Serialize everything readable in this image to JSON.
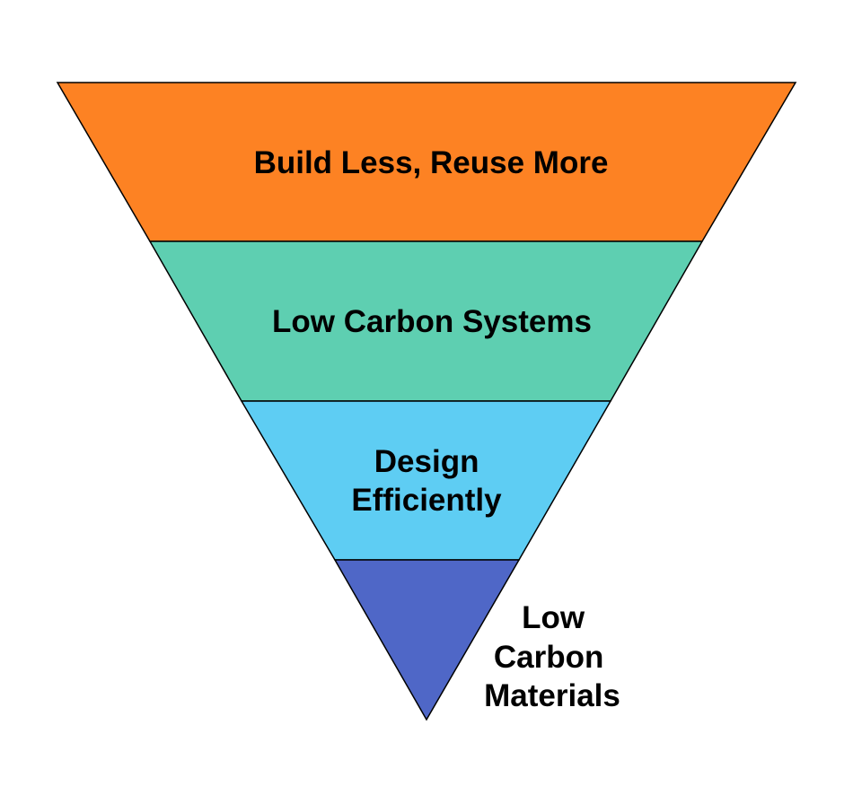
{
  "diagram": {
    "tiers": [
      {
        "lines": [
          "Build Less, Reuse More"
        ],
        "color": "#FD8223"
      },
      {
        "lines": [
          "Low Carbon Systems"
        ],
        "color": "#5ECFB1"
      },
      {
        "lines": [
          "Design",
          "Efficiently"
        ],
        "color": "#5ECDF3"
      },
      {
        "lines": [
          "Low",
          "Carbon",
          "Materials"
        ],
        "color": "#4F67C7"
      }
    ],
    "outline_color": "#000000"
  }
}
